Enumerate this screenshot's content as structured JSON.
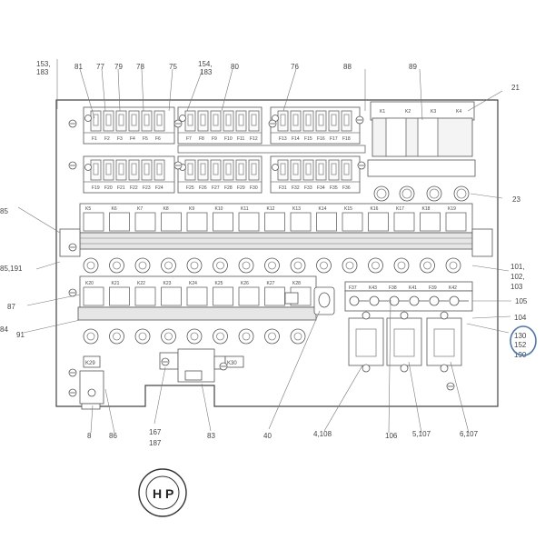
{
  "callouts": {
    "c153": "153,",
    "c183a": "183",
    "c81": "81",
    "c77": "77",
    "c79": "79",
    "c78": "78",
    "c75": "75",
    "c154": "154,",
    "c183b": "183",
    "c80": "80",
    "c76": "76",
    "c88": "88",
    "c89": "89",
    "c21": "21",
    "c23": "23",
    "c85": "85",
    "c85_191": "85,191",
    "c87": "87",
    "c84": "84",
    "c91": "91",
    "c101": "101,",
    "c102": "102,",
    "c103": "103",
    "c105": "105",
    "c104": "104",
    "c130": "130",
    "c152": "152",
    "c190": "190",
    "c8": "8",
    "c86": "86",
    "c167": "167",
    "c187": "187",
    "c83": "83",
    "c40": "40",
    "c4_108": "4,108",
    "c106": "106",
    "c5_107": "5,107",
    "c6_107": "6,107"
  },
  "fuse_labels_top": [
    "F1",
    "F2",
    "F3",
    "F4",
    "F5",
    "F6",
    "F7",
    "F8",
    "F9",
    "F10",
    "F11",
    "F12",
    "F13",
    "F14",
    "F15",
    "F16",
    "F17",
    "F18"
  ],
  "fuse_labels_bottom": [
    "F19",
    "F20",
    "F21",
    "F22",
    "F23",
    "F24",
    "F25",
    "F26",
    "F27",
    "F28",
    "F29",
    "F30",
    "F31",
    "F32",
    "F33",
    "F34",
    "F35",
    "F36"
  ],
  "relay_labels_row1": [
    "K5",
    "K6",
    "K7",
    "K8",
    "K9",
    "K10",
    "K11",
    "K12",
    "K13",
    "K14",
    "K15",
    "K16",
    "K17",
    "K18",
    "K19"
  ],
  "relay_labels_row2": [
    "K20",
    "K21",
    "K22",
    "K23",
    "K24",
    "K25",
    "K26",
    "K27",
    "K28"
  ],
  "transformer_labels": [
    "K1",
    "K2",
    "K3",
    "K4"
  ],
  "small_fuse_labels": [
    "F37",
    "K43",
    "F38",
    "K41",
    "F39",
    "K42"
  ],
  "box_labels": {
    "k29": "K29",
    "k30": "K30"
  },
  "stamp_text": "H P",
  "highlight_color": "#4a78b8"
}
